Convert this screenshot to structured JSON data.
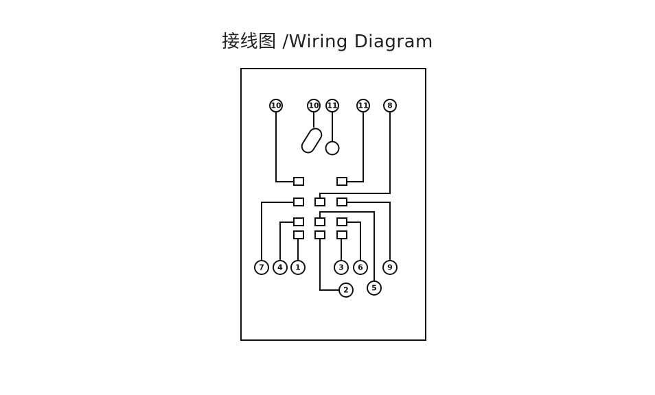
{
  "title": "接线图 /Wiring Diagram",
  "colors": {
    "line": "#111111",
    "background": "#ffffff",
    "title": "#222222"
  },
  "pins": {
    "p10a": "10",
    "p10b": "10",
    "p11b": "11",
    "p11a": "11",
    "p8": "8",
    "p7": "7",
    "p4": "4",
    "p1": "1",
    "p3": "3",
    "p6": "6",
    "p9": "9",
    "p2": "2",
    "p5": "5"
  }
}
